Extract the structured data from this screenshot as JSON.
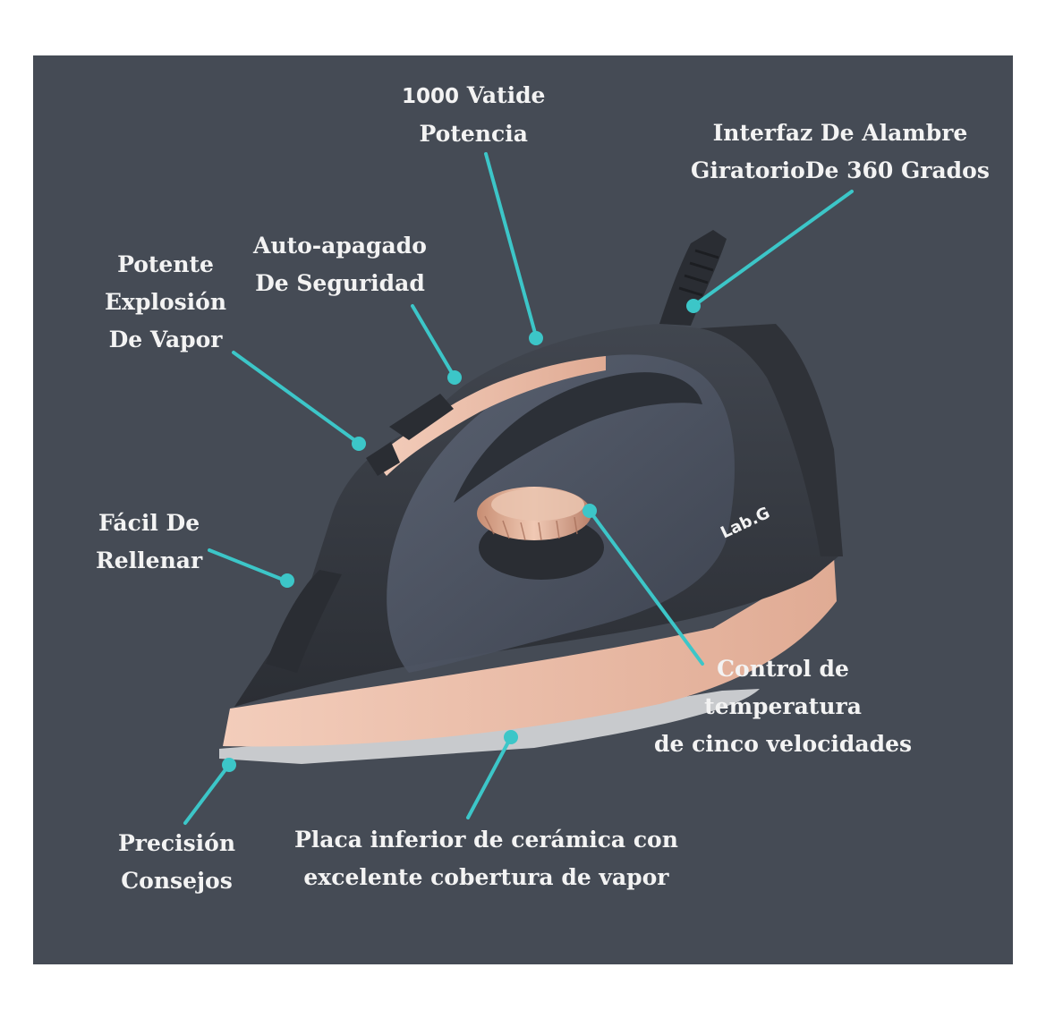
{
  "colors": {
    "background": "#454b55",
    "callout": "#3cc6c8",
    "label_text": "#f3f3f3",
    "body_dark": "#3a3e46",
    "rose_gold": "#e8b9a4"
  },
  "brand": {
    "logo_text": "Lab.G"
  },
  "icons": [
    "iron-icon",
    "callout-dot-icon"
  ],
  "callouts": {
    "power": {
      "number": "1000",
      "unit": "Vatide",
      "line2": "Potencia"
    },
    "swivel_cord": {
      "line1": "Interfaz De Alambre",
      "line2": "GiratorioDe 360 Grados"
    },
    "auto_off": {
      "line1": "Auto-apagado",
      "line2": "De Seguridad"
    },
    "steam_burst": {
      "line1": "Potente",
      "line2": "Explosión",
      "line3": "De Vapor"
    },
    "easy_fill": {
      "line1": "Fácil De",
      "line2": "Rellenar"
    },
    "temperature": {
      "line1": "Control de",
      "line2": "temperatura",
      "line3": "de cinco velocidades"
    },
    "precision_tip": {
      "line1": "Precisión",
      "line2": "Consejos"
    },
    "soleplate": {
      "line1": "Placa inferior de cerámica con",
      "line2": "excelente cobertura de vapor"
    }
  }
}
